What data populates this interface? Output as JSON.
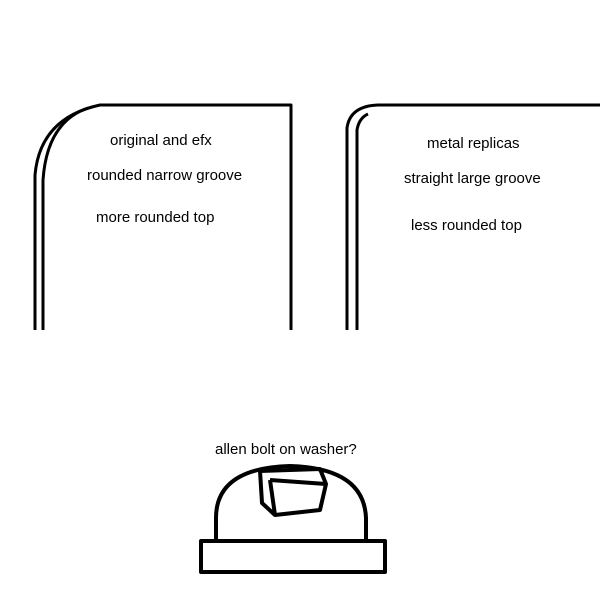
{
  "left_profile": {
    "line1": "original and efx",
    "line2": "rounded narrow groove",
    "line3": "more rounded top"
  },
  "right_profile": {
    "line1": "metal replicas",
    "line2": "straight large groove",
    "line3": "less rounded top"
  },
  "bolt": {
    "caption": "allen bolt on washer?"
  },
  "colors": {
    "ink": "#000000",
    "background": "#ffffff"
  }
}
